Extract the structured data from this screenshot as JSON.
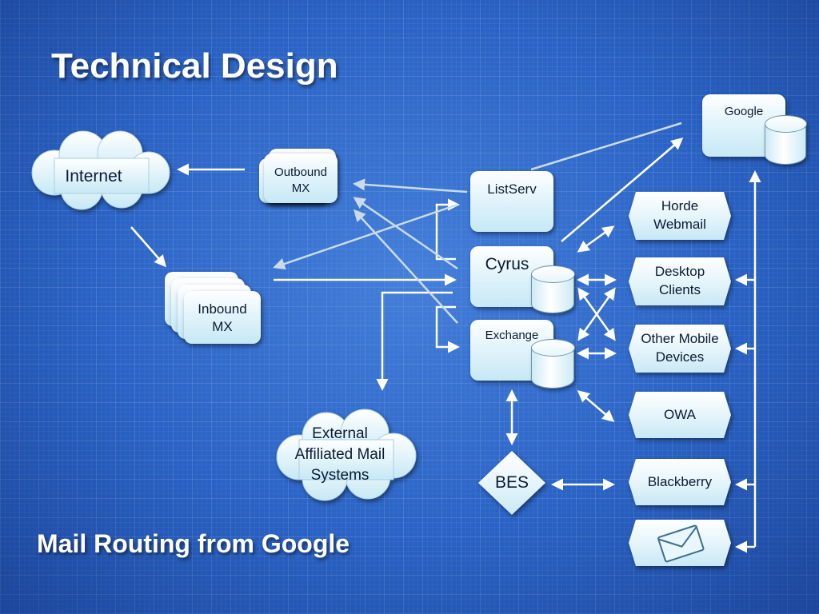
{
  "slide": {
    "title": "Technical Design",
    "subtitle": "Mail Routing from Google"
  },
  "nodes": {
    "internet": "Internet",
    "outbound_mx": [
      "Outbound",
      "MX"
    ],
    "inbound_mx": [
      "Inbound",
      "MX"
    ],
    "listserv": "ListServ",
    "cyrus": "Cyrus",
    "exchange": "Exchange",
    "google": "Google",
    "external": [
      "External",
      "Affiliated Mail",
      "Systems"
    ],
    "bes": "BES",
    "clients": {
      "horde": [
        "Horde",
        "Webmail"
      ],
      "desktop": [
        "Desktop",
        "Clients"
      ],
      "mobile": [
        "Other Mobile",
        "Devices"
      ],
      "owa": "OWA",
      "blackberry": "Blackberry"
    }
  },
  "icons": [
    "cloud-icon",
    "database-icon",
    "envelope-icon",
    "arrow-icon"
  ],
  "colors": {
    "background": "#2a63c4",
    "shape_fill": "#e3f4fb",
    "arrow": "#ffffff",
    "text": "#0b1b33"
  }
}
